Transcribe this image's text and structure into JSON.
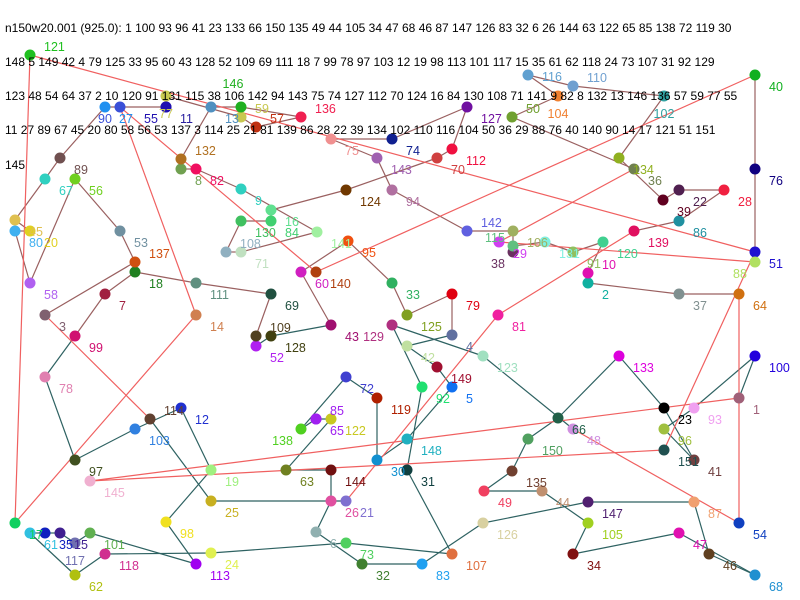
{
  "header_lines": [
    "n150w20.001 (925.0): 1 100 93 96 41 23 133 66 150 135 49 44 105 34 47 68 46 87 147 126 83 32 6 26 144 63 122 65 85 138 72 119 30",
    "148 5 149 42 4 79 125 33 95 60 43 128 52 109 69 111 18 7 99 78 97 103 12 19 98 113 101 117 15 35 61 62 118 24 73 107 31 92 129",
    "123 48 54 64 37 2 10 120 91 131 115 38 106 142 94 143 75 74 127 112 70 124 16 84 130 108 71 141 9 82 8 132 13 146 136 57 59 77 55",
    "11 27 89 67 45 20 80 58 56 53 137 3 114 25 21 81 139 86 28 22 39 134 102 110 116 104 50 36 29 88 76 40 140 90 14 17 121 51 151",
    "145"
  ],
  "edge_colors": {
    "long": "#f06060",
    "upper": "#9a6060",
    "lower": "#2e6262"
  },
  "node_colors": {
    "1": "#a06078",
    "2": "#10b0a0",
    "3": "#806070",
    "4": "#6070a0",
    "5": "#1070f0",
    "6": "#90b0b0",
    "7": "#a02040",
    "8": "#70a050",
    "9": "#30d0c0",
    "10": "#e010b0",
    "11": "#2a20a0",
    "12": "#2030d0",
    "13": "#5090c0",
    "14": "#d08050",
    "15": "#402090",
    "16": "#60e090",
    "17": "#10d060",
    "18": "#208020",
    "19": "#a0f080",
    "20": "#e0d020",
    "21": "#8070d0",
    "22": "#502050",
    "23": "#000000",
    "24": "#e0f050",
    "25": "#c8b020",
    "26": "#e050a0",
    "27": "#2090f0",
    "28": "#f02040",
    "29": "#d040f0",
    "30": "#1090d0",
    "31": "#104040",
    "32": "#408030",
    "33": "#30b060",
    "34": "#801010",
    "35": "#1020c0",
    "36": "#708050",
    "37": "#809090",
    "38": "#6a3060",
    "39": "#600020",
    "40": "#10b020",
    "41": "#704040",
    "42": "#c0e0a0",
    "43": "#a01070",
    "44": "#c09070",
    "45": "#e0c050",
    "46": "#604020",
    "47": "#e010b0",
    "48": "#d090e0",
    "49": "#f04060",
    "50": "#70a030",
    "51": "#2010d0",
    "52": "#b020f0",
    "53": "#7090a0",
    "54": "#1040c0",
    "55": "#2010b0",
    "56": "#70d020",
    "57": "#c03010",
    "58": "#b060f0",
    "59": "#c8c850",
    "60": "#d020c0",
    "61": "#30c0e0",
    "62": "#b0c010",
    "63": "#708020",
    "64": "#d07010",
    "65": "#a020f0",
    "66": "#206048",
    "67": "#30d0c0",
    "68": "#2090d0",
    "69": "#205040",
    "70": "#d04040",
    "71": "#c0e0c0",
    "72": "#4040d0",
    "73": "#50d060",
    "74": "#102090",
    "75": "#f09090",
    "76": "#100080",
    "77": "#c8c850",
    "78": "#e080b0",
    "79": "#e00010",
    "80": "#40b0f0",
    "81": "#f020a0",
    "82": "#f01060",
    "83": "#20a0f0",
    "84": "#40d070",
    "85": "#a020f0",
    "86": "#2090a0",
    "87": "#f0a070",
    "88": "#b0e060",
    "89": "#705050",
    "90": "#3a50d8",
    "91": "#90c060",
    "92": "#20e070",
    "93": "#f0a0f0",
    "94": "#b070a0",
    "95": "#f05010",
    "96": "#a0c040",
    "97": "#405020",
    "98": "#f0e020",
    "99": "#d01070",
    "100": "#2200dd",
    "101": "#60b050",
    "102": "#30a0a0",
    "103": "#3080e0",
    "104": "#f08030",
    "105": "#a0d020",
    "106": "#a0b060",
    "107": "#e07040",
    "108": "#90b0c0",
    "109": "#504020",
    "110": "#70a0d0",
    "111": "#609080",
    "112": "#f01040",
    "113": "#a000f0",
    "114": "#604030",
    "115": "#60c080",
    "116": "#60a0d0",
    "117": "#7070b0",
    "118": "#d03090",
    "119": "#b02000",
    "120": "#40d090",
    "121": "#20c020",
    "122": "#c8c820",
    "123": "#a0e0c0",
    "124": "#703800",
    "125": "#80a020",
    "126": "#d8d0a0",
    "127": "#7010a0",
    "128": "#404010",
    "129": "#b03080",
    "130": "#40c060",
    "131": "#80f0e0",
    "132": "#b07020",
    "133": "#dd00dd",
    "134": "#90b020",
    "135": "#704030",
    "136": "#f02050",
    "137": "#d05010",
    "138": "#50d020",
    "139": "#e01060",
    "140": "#b04010",
    "141": "#a0f0a0",
    "142": "#6060e0",
    "143": "#a060b0",
    "144": "#701010",
    "145": "#f0b0d0",
    "146": "#20b020",
    "147": "#502070",
    "148": "#20b0c0",
    "149": "#a01030",
    "150": "#50a060",
    "151": "#205050"
  }
}
